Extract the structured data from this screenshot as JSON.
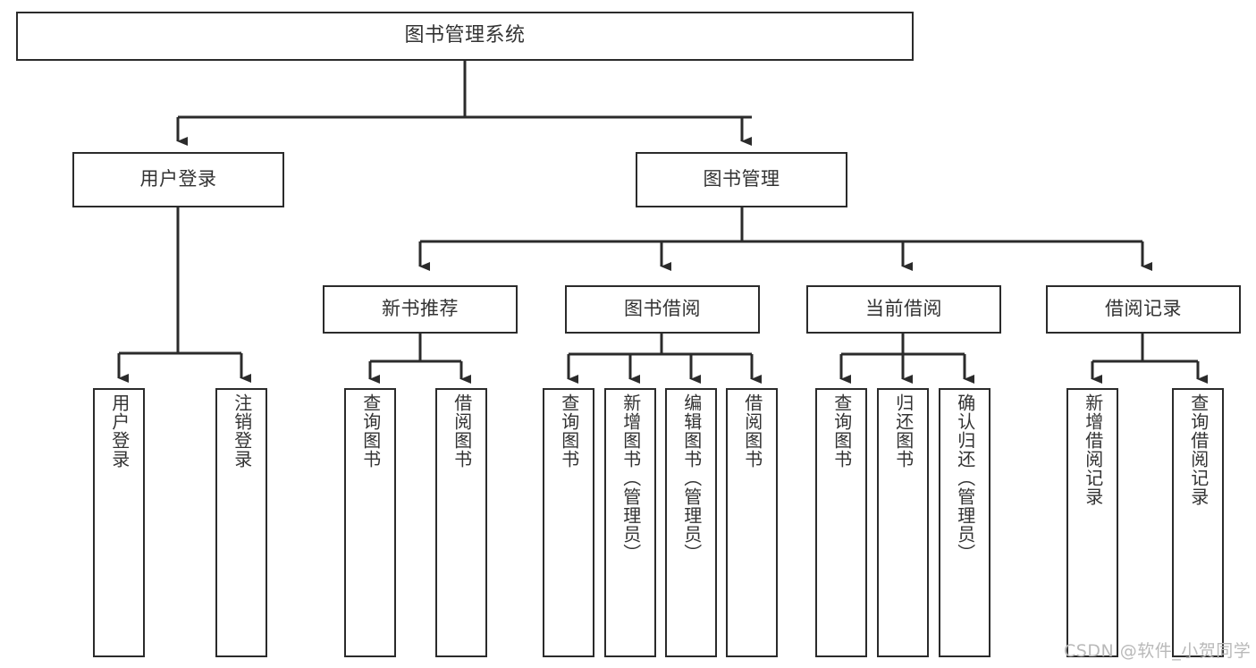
{
  "diagram": {
    "title": "图书管理系统",
    "watermark": "CSDN @软件_小贺同学",
    "colors": {
      "box_border": "#2b2b2b",
      "text": "#333333",
      "line": "#2b2b2b",
      "background": "#ffffff",
      "watermark": "#b9b9b9"
    },
    "root": {
      "label": "图书管理系统"
    },
    "level2": [
      {
        "label": "用户登录"
      },
      {
        "label": "图书管理"
      }
    ],
    "level3": [
      {
        "label": "新书推荐"
      },
      {
        "label": "图书借阅"
      },
      {
        "label": "当前借阅"
      },
      {
        "label": "借阅记录"
      }
    ],
    "leaves": {
      "user_login": [
        {
          "label": "用户登录"
        },
        {
          "label": "注销登录"
        }
      ],
      "new_book_recommend": [
        {
          "label": "查询图书"
        },
        {
          "label": "借阅图书"
        }
      ],
      "book_borrow": [
        {
          "label": "查询图书"
        },
        {
          "label": "新增图书（管理员）"
        },
        {
          "label": "编辑图书（管理员）"
        },
        {
          "label": "借阅图书"
        }
      ],
      "current_borrow": [
        {
          "label": "查询图书"
        },
        {
          "label": "归还图书"
        },
        {
          "label": "确认归还（管理员）"
        }
      ],
      "borrow_record": [
        {
          "label": "新增借阅记录"
        },
        {
          "label": "查询借阅记录"
        }
      ]
    }
  }
}
